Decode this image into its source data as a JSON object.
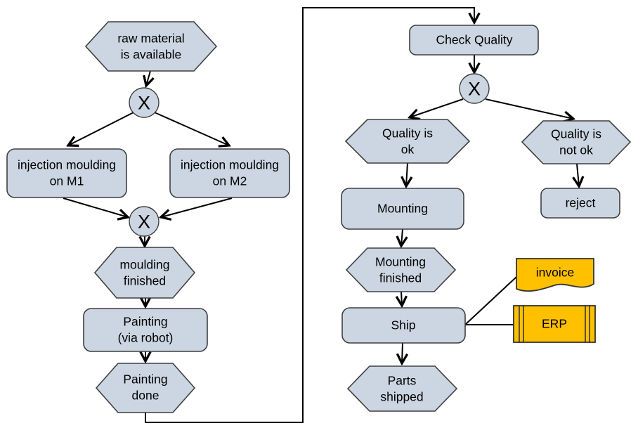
{
  "diagram": {
    "type": "epc-flowchart",
    "colors": {
      "background": "#ffffff",
      "node_fill": "#ccd6e2",
      "node_border": "#3f3f3f",
      "data_fill": "#ffc000",
      "data_border": "#333333",
      "line": "#000000"
    },
    "nodes": {
      "raw_material": {
        "type": "event",
        "label": "raw material\nis available"
      },
      "xor1": {
        "type": "xor-connector",
        "label": "X"
      },
      "moulding_m1": {
        "type": "function",
        "label": "injection moulding\non M1"
      },
      "moulding_m2": {
        "type": "function",
        "label": "injection moulding\non M2"
      },
      "xor2": {
        "type": "xor-connector",
        "label": "X"
      },
      "moulding_finished": {
        "type": "event",
        "label": "moulding\nfinished"
      },
      "painting": {
        "type": "function",
        "label": "Painting\n(via robot)"
      },
      "painting_done": {
        "type": "event",
        "label": "Painting\ndone"
      },
      "check_quality": {
        "type": "function",
        "label": "Check Quality"
      },
      "xor3": {
        "type": "xor-connector",
        "label": "X"
      },
      "quality_ok": {
        "type": "event",
        "label": "Quality is\nok"
      },
      "quality_not_ok": {
        "type": "event",
        "label": "Quality is\nnot ok"
      },
      "mounting": {
        "type": "function",
        "label": "Mounting"
      },
      "reject": {
        "type": "function",
        "label": "reject"
      },
      "mounting_finished": {
        "type": "event",
        "label": "Mounting\nfinished"
      },
      "ship": {
        "type": "function",
        "label": "Ship"
      },
      "parts_shipped": {
        "type": "event",
        "label": "Parts\nshipped"
      },
      "invoice": {
        "type": "document",
        "label": "invoice"
      },
      "erp": {
        "type": "system",
        "label": "ERP"
      }
    },
    "edges": [
      {
        "from": "raw_material",
        "to": "xor1",
        "arrow": true
      },
      {
        "from": "xor1",
        "to": "moulding_m1",
        "arrow": true
      },
      {
        "from": "xor1",
        "to": "moulding_m2",
        "arrow": true
      },
      {
        "from": "moulding_m1",
        "to": "xor2",
        "arrow": true
      },
      {
        "from": "moulding_m2",
        "to": "xor2",
        "arrow": true
      },
      {
        "from": "xor2",
        "to": "moulding_finished",
        "arrow": true
      },
      {
        "from": "moulding_finished",
        "to": "painting",
        "arrow": true
      },
      {
        "from": "painting",
        "to": "painting_done",
        "arrow": true
      },
      {
        "from": "painting_done",
        "to": "check_quality",
        "arrow": true
      },
      {
        "from": "check_quality",
        "to": "xor3",
        "arrow": true
      },
      {
        "from": "xor3",
        "to": "quality_ok",
        "arrow": true
      },
      {
        "from": "xor3",
        "to": "quality_not_ok",
        "arrow": true
      },
      {
        "from": "quality_ok",
        "to": "mounting",
        "arrow": true
      },
      {
        "from": "quality_not_ok",
        "to": "reject",
        "arrow": true
      },
      {
        "from": "mounting",
        "to": "mounting_finished",
        "arrow": true
      },
      {
        "from": "mounting_finished",
        "to": "ship",
        "arrow": true
      },
      {
        "from": "ship",
        "to": "parts_shipped",
        "arrow": true
      },
      {
        "from": "ship",
        "to": "invoice",
        "arrow": false
      },
      {
        "from": "ship",
        "to": "erp",
        "arrow": false
      }
    ]
  }
}
